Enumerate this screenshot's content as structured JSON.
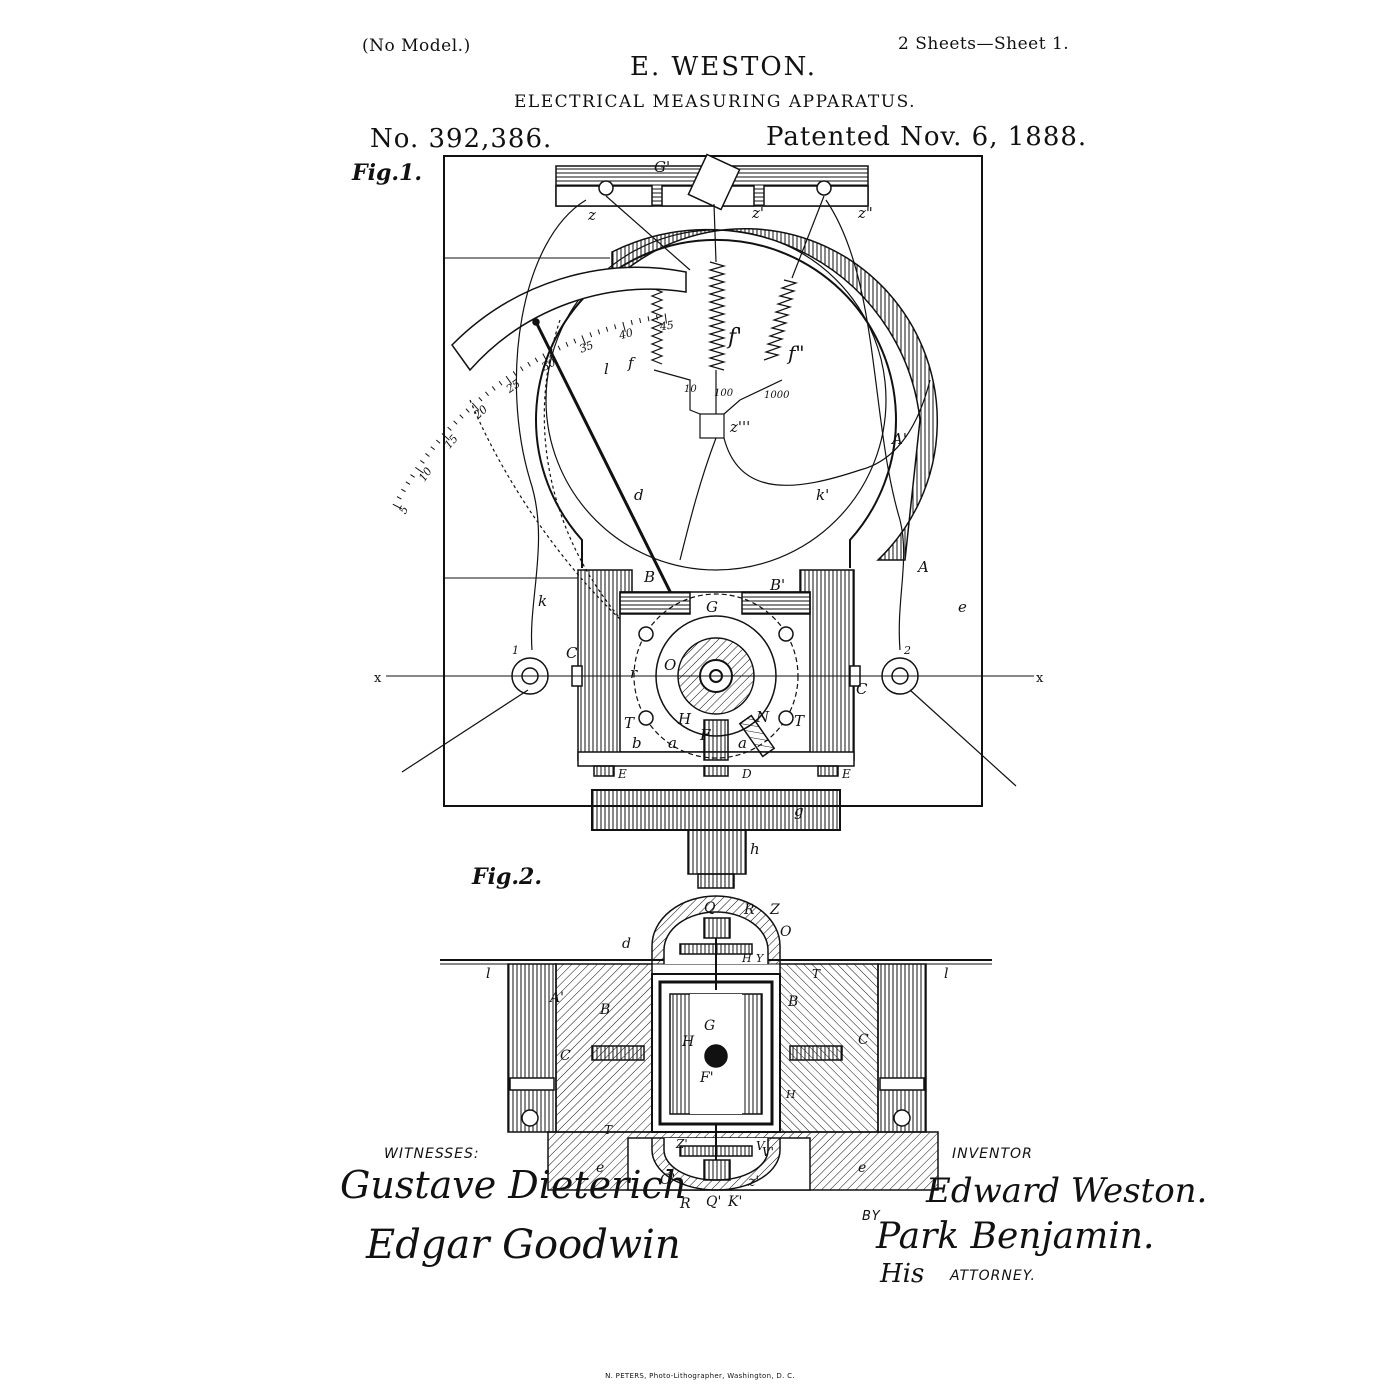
{
  "header": {
    "no_model": "(No Model.)",
    "sheets": "2 Sheets—Sheet 1.",
    "inventor_name": "E. WESTON.",
    "title": "ELECTRICAL MEASURING APPARATUS.",
    "patent_number": "No. 392,386.",
    "patented_date": "Patented Nov. 6, 1888."
  },
  "figure_1": {
    "caption": "Fig.1.",
    "scale_ticks": [
      "5",
      "10",
      "15",
      "20",
      "25",
      "30",
      "35",
      "40",
      "45"
    ],
    "range_labels": [
      "10",
      "100",
      "1000"
    ],
    "labels": {
      "G_prime": "G'",
      "z": "z",
      "z_prime": "z'",
      "z_double": "z\"",
      "z_triple": "z'''",
      "l": "l",
      "f": "f",
      "f_prime": "f'",
      "f_double": "f\"",
      "d": "d",
      "k": "k",
      "k_prime": "k'",
      "A": "A",
      "A_prime": "A'",
      "B": "B",
      "B_prime": "B'",
      "G": "G",
      "e": "e",
      "C_left": "C",
      "C_right": "C",
      "terminal_1": "1",
      "terminal_2": "2",
      "x_left": "x",
      "x_right": "x",
      "O": "O",
      "r": "r",
      "T_left": "T",
      "T_right": "T",
      "b": "b",
      "H": "H",
      "F": "F",
      "a_left": "a",
      "a_right": "a",
      "N": "N",
      "E_left": "E",
      "D": "D",
      "E_right": "E",
      "g": "g",
      "h": "h"
    }
  },
  "figure_2": {
    "caption": "Fig.2.",
    "labels": {
      "Q": "Q",
      "R_top": "R",
      "Z_top": "Z",
      "O_top": "O",
      "d": "d",
      "l_left": "l",
      "l_right": "l",
      "H_top": "H",
      "Y": "Y",
      "T_top": "T",
      "A_prime": "A'",
      "B_left": "B",
      "B_right": "B",
      "G": "G",
      "H_mid": "H",
      "F_prime": "F'",
      "C_left": "C",
      "C_right": "C",
      "H_right": "H",
      "T_bottom": "T",
      "Z_prime": "Z'",
      "V": "V",
      "V_prime": "V'",
      "e_left": "e",
      "e_right": "e",
      "O_prime": "O'",
      "z_prime": "z'",
      "R_bottom": "R",
      "Q_prime": "Q'",
      "K_prime": "K'"
    }
  },
  "signatures": {
    "witnesses_label": "WITNESSES:",
    "witness_1": "Gustave Dieterich",
    "witness_2": "Edgar Goodwin",
    "inventor_label": "INVENTOR",
    "inventor_signature": "Edward Weston.",
    "by_label": "BY",
    "attorney_signature": "Park Benjamin.",
    "his_label": "His",
    "attorney_label": "ATTORNEY."
  },
  "footer": {
    "printer": "N. PETERS, Photo-Lithographer, Washington, D. C."
  }
}
